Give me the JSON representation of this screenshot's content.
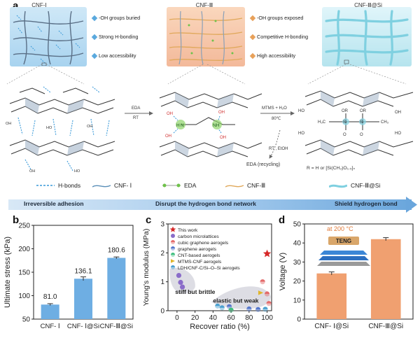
{
  "panel_a": {
    "label": "a",
    "col1_title": "CNF-Ⅰ",
    "col2_title": "CNF-Ⅲ",
    "col3_title": "CNF-Ⅲ@Si",
    "col1_bullets": [
      "-OH groups buried",
      "Strong H-bonding",
      "Low accessibility"
    ],
    "col2_bullets": [
      "-OH groups exposed",
      "Competitive H-bonding",
      "High accessibility"
    ],
    "arrow1_top": "EDA",
    "arrow1_bottom": "RT",
    "arrow2_top": "MTMS + H₂O",
    "arrow2_bottom": "80℃",
    "recycle_top": "RT , EtOH",
    "recycle_label": "EDA (recycling)",
    "r_formula": "R = H or [Si(CH₃)O₁.₅]ₙ",
    "legend": {
      "hbonds": "H-bonds",
      "cnf1": "CNF- Ⅰ",
      "eda": "EDA",
      "cnf3": "CNF-Ⅲ",
      "cnf3si": "CNF-Ⅲ@Si"
    },
    "banner_left": "Irreversible adhesion",
    "banner_mid": "Disrupt the hydrogen bond network",
    "banner_right": "Shield hydrogen bond",
    "colors": {
      "col1": "#b9dcf2",
      "col2": "#f7c9a8",
      "col3": "#c8ecf3",
      "accent_blue": "#5aa9de",
      "accent_orange": "#e8a15a"
    }
  },
  "panel_b": {
    "label": "b",
    "chart_data": {
      "type": "bar",
      "categories": [
        "CNF- Ⅰ",
        "CNF- Ⅰ@Si",
        "CNF-Ⅲ@Si"
      ],
      "values": [
        81.0,
        136.1,
        180.6
      ],
      "value_labels": [
        "81.0",
        "136.1",
        "180.6"
      ],
      "errors": [
        2,
        4,
        2
      ],
      "ylabel": "Ultimate stress (kPa)",
      "ylim": [
        50,
        250
      ],
      "yticks": [
        "50",
        "100",
        "150",
        "200",
        "250"
      ],
      "color": "#6eaee3"
    }
  },
  "panel_c": {
    "label": "c",
    "chart_data": {
      "type": "scatter",
      "xlabel": "Recover ratio (%)",
      "ylabel": "Young's modulus (MPa)",
      "xlim": [
        -10,
        105
      ],
      "ylim": [
        0,
        3
      ],
      "xticks": [
        "0",
        "20",
        "40",
        "60",
        "80",
        "100"
      ],
      "yticks": [
        "0",
        "1",
        "2",
        "3"
      ],
      "legend_location": "top-left",
      "series": [
        {
          "name": "This work",
          "color": "#d62828",
          "marker": "star",
          "points": [
            [
              100,
              1.97
            ]
          ]
        },
        {
          "name": "carbon microlattices",
          "color": "#8a6cc9",
          "marker": "circle",
          "points": [
            [
              2,
              1.22
            ],
            [
              4,
              0.98
            ],
            [
              6,
              0.82
            ]
          ]
        },
        {
          "name": "cubic graphene aerogels",
          "color": "#e36b6b",
          "marker": "semicircle",
          "points": [
            [
              95,
              1.0
            ],
            [
              100,
              0.58
            ],
            [
              102,
              0.25
            ]
          ]
        },
        {
          "name": "graphene aerogels",
          "color": "#5577cc",
          "marker": "semicircle",
          "points": [
            [
              58,
              0.14
            ],
            [
              80,
              0.06
            ],
            [
              90,
              0.04
            ]
          ]
        },
        {
          "name": "CNT-based aerogels",
          "color": "#3fbf7f",
          "marker": "semicircle",
          "points": [
            [
              60,
              0.02
            ]
          ]
        },
        {
          "name": "MTMS-CNF  aerogels",
          "color": "#e0b52a",
          "marker": "triangle",
          "points": [
            [
              93,
              0.62
            ]
          ]
        },
        {
          "name": "LDH/CNF-C/Si–O–Si aerogels",
          "color": "#4aa0d0",
          "marker": "semicircle",
          "points": [
            [
              45,
              0.16
            ],
            [
              50,
              0.1
            ],
            [
              98,
              0.05
            ]
          ]
        }
      ],
      "annotations": [
        "stiff but brittle",
        "elastic but weak"
      ]
    }
  },
  "panel_d": {
    "label": "d",
    "chart_data": {
      "type": "bar",
      "categories": [
        "CNF- Ⅰ@Si",
        "CNF-Ⅲ@Si"
      ],
      "values": [
        24,
        42
      ],
      "errors": [
        0.8,
        0.8
      ],
      "ylabel": "Voltage (V)",
      "ylim": [
        0,
        50
      ],
      "yticks": [
        "0",
        "10",
        "20",
        "30",
        "40",
        "50"
      ],
      "color": "#f0a070",
      "inset_text": "at 200 °C",
      "inset_device": "TENG"
    }
  }
}
